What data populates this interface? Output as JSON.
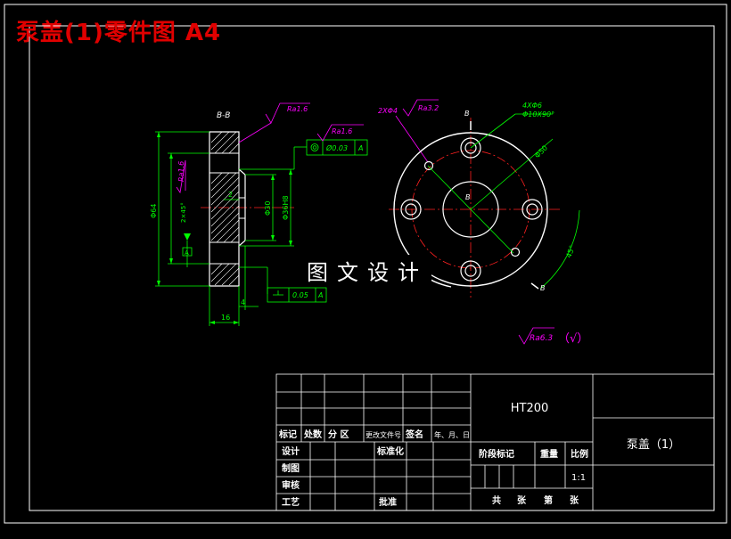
{
  "title": "泵盖(1)零件图 A4",
  "watermark": "图文设计",
  "colors": {
    "background": "#000000",
    "frame": "#ffffff",
    "outline": "#ffffff",
    "dimension": "#00ff00",
    "center_line": "#ff0000",
    "annotation": "#ff00ff",
    "title_red": "#e00000"
  },
  "drawing": {
    "section_label": "B-B",
    "roughness_1": "Ra1.6",
    "roughness_2": "Ra1.6",
    "roughness_3": "Ra1.6",
    "roughness_4": "Ra3.2",
    "concentricity_value": "0.03",
    "concentricity_datum": "A",
    "flatness_value": "0.05",
    "flatness_datum": "A",
    "datum_label": "A",
    "dim_64": "Φ64",
    "dim_2x45": "2×45°",
    "dim_2": "2",
    "dim_30": "Φ30",
    "dim_36h8": "Φ36H8",
    "dim_4": "4",
    "dim_16": "16",
    "holes_2x4": "2XΦ4",
    "holes_4x6": "4XΦ6",
    "countersink": "Φ10X90°",
    "dim_50": "Φ50",
    "angle_45": "45°",
    "view_label_b_top": "B",
    "view_label_b_bottom": "B",
    "view_label_b_center": "B",
    "general_roughness": "Ra6.3",
    "general_roughness_suffix": "（√）"
  },
  "title_block": {
    "material": "HT200",
    "part_name": "泵盖（1）",
    "headers": [
      "标记",
      "处数",
      "分 区",
      "更改文件号",
      "签名",
      "年、月、日"
    ],
    "rows": [
      "设计",
      "制图",
      "审核",
      "工艺"
    ],
    "standardize": "标准化",
    "approve": "批准",
    "stage_mark": "阶段标记",
    "weight": "重量",
    "scale": "比例",
    "scale_value": "1:1",
    "sheets_total": "共",
    "sheets_unit1": "张",
    "sheets_number": "第",
    "sheets_unit2": "张"
  }
}
